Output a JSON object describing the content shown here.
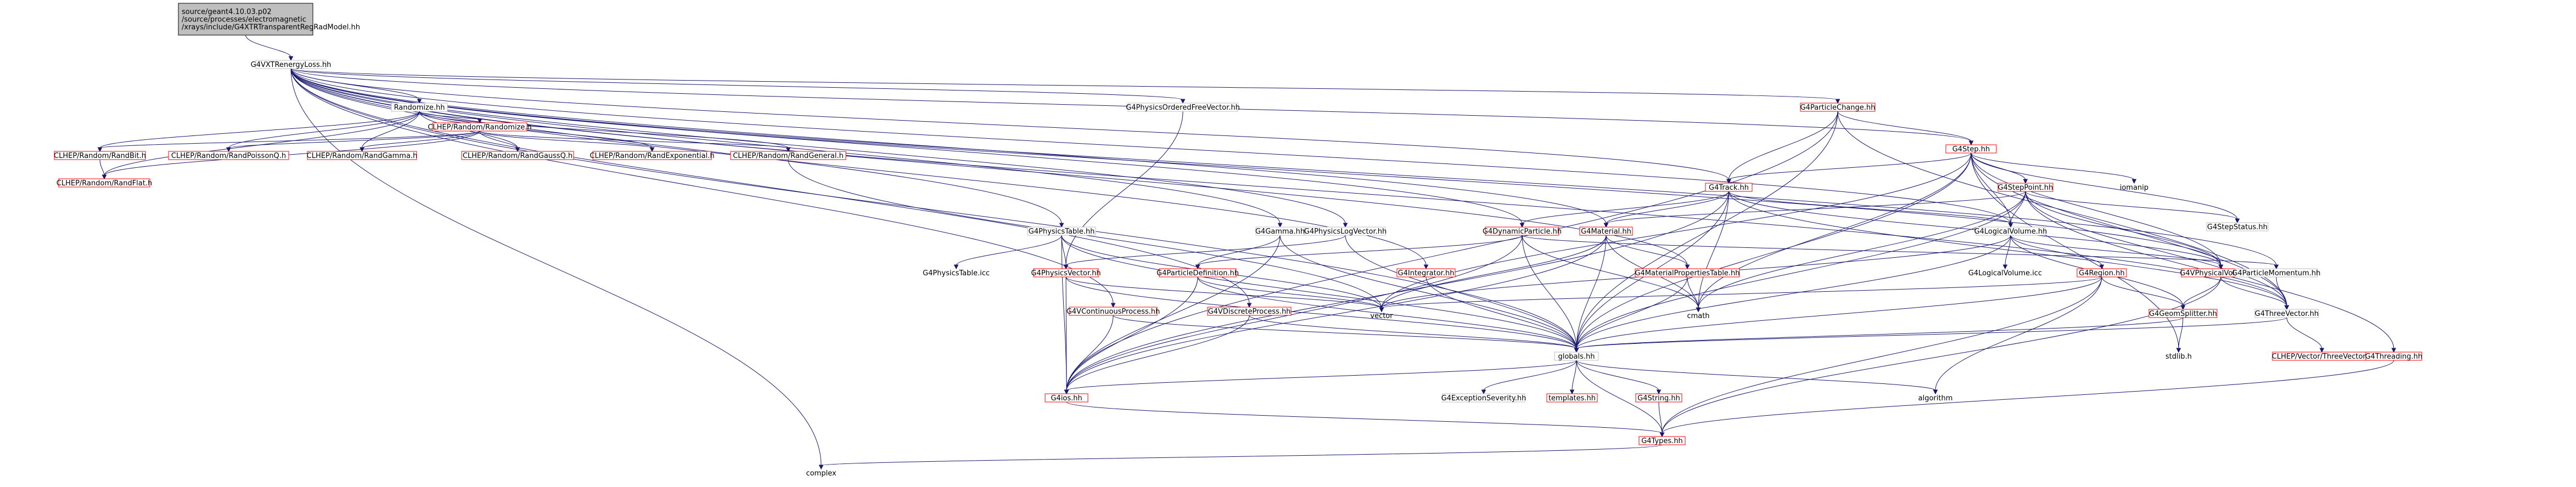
{
  "title_lines": [
    "source/geant4.10.03.p02",
    "/source/processes/electromagnetic",
    "/xrays/include/G4XTRTransparentRegRadModel.hh"
  ],
  "colors": {
    "edge": "#191970",
    "doc_border": "#ff0000",
    "nodoc_border": "#bfbfbf",
    "root_fill": "#bfbfbf",
    "root_border": "#000000"
  },
  "nodes": [
    {
      "id": "root",
      "label": "source/geant4.10.03.p02\n/source/processes/electromagnetic\n/xrays/include/G4XTRTransparentRegRadModel.hh",
      "kind": "root"
    },
    {
      "id": "g4vxtr",
      "label": "G4VXTRenergyLoss.hh",
      "kind": "normal"
    },
    {
      "id": "randomize",
      "label": "Randomize.hh",
      "kind": "normal"
    },
    {
      "id": "g4pofv",
      "label": "G4PhysicsOrderedFreeVector.hh",
      "kind": "normal"
    },
    {
      "id": "g4pchange",
      "label": "G4ParticleChange.hh",
      "kind": "doc"
    },
    {
      "id": "clhep_randomize",
      "label": "CLHEP/Random/Randomize.h",
      "kind": "doc"
    },
    {
      "id": "clhep_randbit",
      "label": "CLHEP/Random/RandBit.h",
      "kind": "doc"
    },
    {
      "id": "clhep_randpq",
      "label": "CLHEP/Random/RandPoissonQ.h",
      "kind": "doc"
    },
    {
      "id": "clhep_randgamma",
      "label": "CLHEP/Random/RandGamma.h",
      "kind": "doc"
    },
    {
      "id": "clhep_randgq",
      "label": "CLHEP/Random/RandGaussQ.h",
      "kind": "doc"
    },
    {
      "id": "clhep_randexp",
      "label": "CLHEP/Random/RandExponential.h",
      "kind": "doc"
    },
    {
      "id": "clhep_randgen",
      "label": "CLHEP/Random/RandGeneral.h",
      "kind": "doc"
    },
    {
      "id": "clhep_randflat",
      "label": "CLHEP/Random/RandFlat.h",
      "kind": "doc"
    },
    {
      "id": "g4step",
      "label": "G4Step.hh",
      "kind": "doc"
    },
    {
      "id": "g4steppoint",
      "label": "G4StepPoint.hh",
      "kind": "doc"
    },
    {
      "id": "iomanip",
      "label": "iomanip",
      "kind": "plain"
    },
    {
      "id": "g4stepstatus",
      "label": "G4StepStatus.hh",
      "kind": "normal"
    },
    {
      "id": "g4track",
      "label": "G4Track.hh",
      "kind": "doc"
    },
    {
      "id": "g4physicstable",
      "label": "G4PhysicsTable.hh",
      "kind": "normal"
    },
    {
      "id": "g4physicstable_icc",
      "label": "G4PhysicsTable.icc",
      "kind": "plain"
    },
    {
      "id": "g4gamma",
      "label": "G4Gamma.hh",
      "kind": "normal"
    },
    {
      "id": "g4physlogv",
      "label": "G4PhysicsLogVector.hh",
      "kind": "normal"
    },
    {
      "id": "g4dynpart",
      "label": "G4DynamicParticle.hh",
      "kind": "doc"
    },
    {
      "id": "g4material",
      "label": "G4Material.hh",
      "kind": "doc"
    },
    {
      "id": "g4logvol",
      "label": "G4LogicalVolume.hh",
      "kind": "normal"
    },
    {
      "id": "g4logvol_icc",
      "label": "G4LogicalVolume.icc",
      "kind": "plain"
    },
    {
      "id": "g4region",
      "label": "G4Region.hh",
      "kind": "doc"
    },
    {
      "id": "g4vphysvol",
      "label": "G4VPhysicalVolume.hh",
      "kind": "doc"
    },
    {
      "id": "g4partmom",
      "label": "G4ParticleMomentum.hh",
      "kind": "normal"
    },
    {
      "id": "g4threevector",
      "label": "G4ThreeVector.hh",
      "kind": "normal"
    },
    {
      "id": "clhep_threevector",
      "label": "CLHEP/Vector/ThreeVector.h",
      "kind": "doc"
    },
    {
      "id": "g4threading",
      "label": "G4Threading.hh",
      "kind": "doc"
    },
    {
      "id": "g4physvector",
      "label": "G4PhysicsVector.hh",
      "kind": "doc"
    },
    {
      "id": "g4partdef",
      "label": "G4ParticleDefinition.hh",
      "kind": "doc"
    },
    {
      "id": "g4integrator",
      "label": "G4Integrator.hh",
      "kind": "doc"
    },
    {
      "id": "g4mpt",
      "label": "G4MaterialPropertiesTable.hh",
      "kind": "doc"
    },
    {
      "id": "g4vcontproc",
      "label": "G4VContinuousProcess.hh",
      "kind": "doc"
    },
    {
      "id": "g4vdiscproc",
      "label": "G4VDiscreteProcess.hh",
      "kind": "doc"
    },
    {
      "id": "vector",
      "label": "vector",
      "kind": "plain"
    },
    {
      "id": "cmath",
      "label": "cmath",
      "kind": "plain"
    },
    {
      "id": "g4geomsplitter",
      "label": "G4GeomSplitter.hh",
      "kind": "doc"
    },
    {
      "id": "stdlib",
      "label": "stdlib.h",
      "kind": "plain"
    },
    {
      "id": "globals",
      "label": "globals.hh",
      "kind": "normal"
    },
    {
      "id": "g4ios",
      "label": "G4ios.hh",
      "kind": "doc"
    },
    {
      "id": "g4excsev",
      "label": "G4ExceptionSeverity.hh",
      "kind": "normal"
    },
    {
      "id": "templates",
      "label": "templates.hh",
      "kind": "doc"
    },
    {
      "id": "g4string",
      "label": "G4String.hh",
      "kind": "doc"
    },
    {
      "id": "algorithm",
      "label": "algorithm",
      "kind": "plain"
    },
    {
      "id": "g4types",
      "label": "G4Types.hh",
      "kind": "doc"
    },
    {
      "id": "complex",
      "label": "complex",
      "kind": "plain"
    }
  ],
  "edges": [
    [
      "root",
      "g4vxtr"
    ],
    [
      "g4vxtr",
      "randomize"
    ],
    [
      "g4vxtr",
      "g4pofv"
    ],
    [
      "g4vxtr",
      "g4pchange"
    ],
    [
      "g4vxtr",
      "g4step"
    ],
    [
      "g4vxtr",
      "g4track"
    ],
    [
      "g4vxtr",
      "g4physicstable"
    ],
    [
      "g4vxtr",
      "g4gamma"
    ],
    [
      "g4vxtr",
      "g4physlogv"
    ],
    [
      "g4vxtr",
      "g4dynpart"
    ],
    [
      "g4vxtr",
      "g4material"
    ],
    [
      "g4vxtr",
      "g4logvol"
    ],
    [
      "g4vxtr",
      "g4threevector"
    ],
    [
      "g4vxtr",
      "g4partmom"
    ],
    [
      "g4vxtr",
      "g4integrator"
    ],
    [
      "g4vxtr",
      "g4mpt"
    ],
    [
      "g4vxtr",
      "g4vcontproc"
    ],
    [
      "g4vxtr",
      "g4vdiscproc"
    ],
    [
      "g4vxtr",
      "globals"
    ],
    [
      "g4vxtr",
      "complex"
    ],
    [
      "g4vxtr",
      "g4vphysvol"
    ],
    [
      "randomize",
      "clhep_randomize"
    ],
    [
      "randomize",
      "clhep_randbit"
    ],
    [
      "randomize",
      "clhep_randpq"
    ],
    [
      "randomize",
      "clhep_randgamma"
    ],
    [
      "randomize",
      "clhep_randgq"
    ],
    [
      "randomize",
      "clhep_randexp"
    ],
    [
      "randomize",
      "clhep_randgen"
    ],
    [
      "randomize",
      "clhep_randflat"
    ],
    [
      "clhep_randomize",
      "clhep_randbit"
    ],
    [
      "clhep_randomize",
      "clhep_randpq"
    ],
    [
      "clhep_randomize",
      "clhep_randgamma"
    ],
    [
      "clhep_randomize",
      "clhep_randgq"
    ],
    [
      "clhep_randomize",
      "clhep_randexp"
    ],
    [
      "clhep_randomize",
      "clhep_randgen"
    ],
    [
      "clhep_randomize",
      "clhep_randflat"
    ],
    [
      "clhep_randbit",
      "clhep_randflat"
    ],
    [
      "clhep_randgen",
      "vector"
    ],
    [
      "g4pofv",
      "g4physvector"
    ],
    [
      "g4pchange",
      "g4step"
    ],
    [
      "g4pchange",
      "g4track"
    ],
    [
      "g4pchange",
      "globals"
    ],
    [
      "g4pchange",
      "g4ios"
    ],
    [
      "g4pchange",
      "g4threevector"
    ],
    [
      "g4step",
      "g4steppoint"
    ],
    [
      "g4step",
      "iomanip"
    ],
    [
      "g4step",
      "g4stepstatus"
    ],
    [
      "g4step",
      "g4track"
    ],
    [
      "g4step",
      "g4logvol"
    ],
    [
      "g4step",
      "g4vphysvol"
    ],
    [
      "g4step",
      "g4threevector"
    ],
    [
      "g4step",
      "globals"
    ],
    [
      "g4step",
      "cmath"
    ],
    [
      "g4step",
      "stdlib"
    ],
    [
      "g4step",
      "vector"
    ],
    [
      "g4steppoint",
      "g4stepstatus"
    ],
    [
      "g4steppoint",
      "g4logvol"
    ],
    [
      "g4steppoint",
      "g4vphysvol"
    ],
    [
      "g4steppoint",
      "g4material"
    ],
    [
      "g4steppoint",
      "g4threevector"
    ],
    [
      "g4steppoint",
      "globals"
    ],
    [
      "g4steppoint",
      "g4threading"
    ],
    [
      "g4steppoint",
      "cmath"
    ],
    [
      "g4track",
      "g4dynpart"
    ],
    [
      "g4track",
      "g4material"
    ],
    [
      "g4track",
      "g4logvol"
    ],
    [
      "g4track",
      "g4vphysvol"
    ],
    [
      "g4track",
      "g4threevector"
    ],
    [
      "g4track",
      "globals"
    ],
    [
      "g4track",
      "cmath"
    ],
    [
      "g4track",
      "g4ios"
    ],
    [
      "g4physicstable",
      "g4physicstable_icc"
    ],
    [
      "g4physicstable",
      "g4physvector"
    ],
    [
      "g4physicstable",
      "vector"
    ],
    [
      "g4physicstable",
      "globals"
    ],
    [
      "g4physicstable",
      "g4ios"
    ],
    [
      "g4gamma",
      "g4partdef"
    ],
    [
      "g4gamma",
      "g4ios"
    ],
    [
      "g4gamma",
      "globals"
    ],
    [
      "g4physlogv",
      "g4physvector"
    ],
    [
      "g4physlogv",
      "globals"
    ],
    [
      "g4dynpart",
      "g4partdef"
    ],
    [
      "g4dynpart",
      "g4partmom"
    ],
    [
      "g4dynpart",
      "globals"
    ],
    [
      "g4dynpart",
      "cmath"
    ],
    [
      "g4dynpart",
      "g4ios"
    ],
    [
      "g4material",
      "g4mpt"
    ],
    [
      "g4material",
      "globals"
    ],
    [
      "g4material",
      "vector"
    ],
    [
      "g4material",
      "g4ios"
    ],
    [
      "g4material",
      "cmath"
    ],
    [
      "g4logvol",
      "g4logvol_icc"
    ],
    [
      "g4logvol",
      "g4region"
    ],
    [
      "g4logvol",
      "g4vphysvol"
    ],
    [
      "g4logvol",
      "g4geomsplitter"
    ],
    [
      "g4logvol",
      "globals"
    ],
    [
      "g4logvol",
      "vector"
    ],
    [
      "g4region",
      "g4geomsplitter"
    ],
    [
      "g4region",
      "globals"
    ],
    [
      "g4region",
      "algorithm"
    ],
    [
      "g4region",
      "vector"
    ],
    [
      "g4region",
      "g4types"
    ],
    [
      "g4vphysvol",
      "g4geomsplitter"
    ],
    [
      "g4vphysvol",
      "g4threevector"
    ],
    [
      "g4vphysvol",
      "g4types"
    ],
    [
      "g4partmom",
      "g4threevector"
    ],
    [
      "g4threevector",
      "clhep_threevector"
    ],
    [
      "g4threevector",
      "globals"
    ],
    [
      "g4threading",
      "g4types"
    ],
    [
      "g4physvector",
      "g4ios"
    ],
    [
      "g4physvector",
      "globals"
    ],
    [
      "g4physvector",
      "vector"
    ],
    [
      "g4partdef",
      "vector"
    ],
    [
      "g4partdef",
      "globals"
    ],
    [
      "g4partdef",
      "g4ios"
    ],
    [
      "g4integrator",
      "globals"
    ],
    [
      "g4mpt",
      "globals"
    ],
    [
      "g4mpt",
      "cmath"
    ],
    [
      "g4vcontproc",
      "globals"
    ],
    [
      "g4vcontproc",
      "g4ios"
    ],
    [
      "g4vdiscproc",
      "globals"
    ],
    [
      "g4vdiscproc",
      "g4ios"
    ],
    [
      "g4geomsplitter",
      "globals"
    ],
    [
      "g4geomsplitter",
      "stdlib"
    ],
    [
      "globals",
      "g4ios"
    ],
    [
      "globals",
      "g4excsev"
    ],
    [
      "globals",
      "templates"
    ],
    [
      "globals",
      "g4string"
    ],
    [
      "globals",
      "algorithm"
    ],
    [
      "globals",
      "g4types"
    ],
    [
      "g4ios",
      "g4types"
    ],
    [
      "g4string",
      "g4types"
    ],
    [
      "g4types",
      "complex"
    ]
  ]
}
